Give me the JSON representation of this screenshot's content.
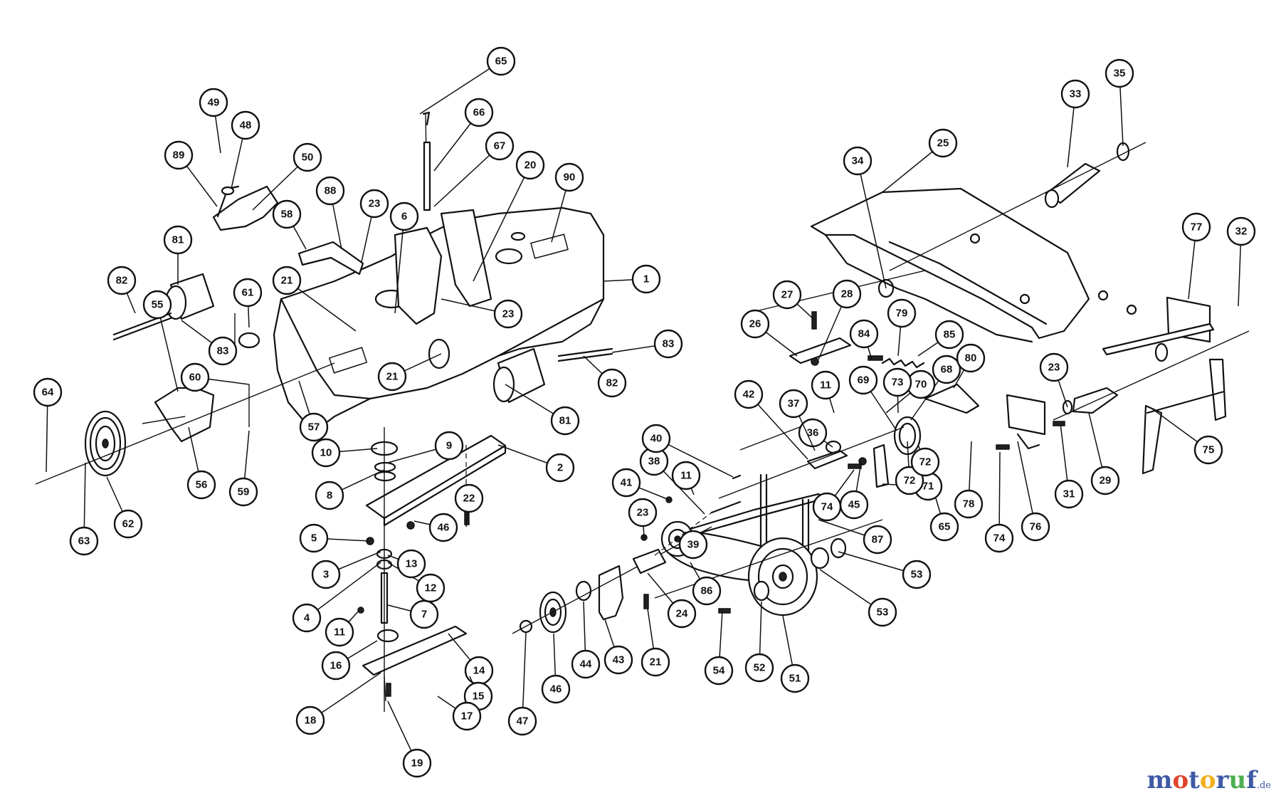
{
  "watermark": {
    "letters": [
      {
        "ch": "m",
        "color": "#3f5aa6"
      },
      {
        "ch": "o",
        "color": "#e0452c"
      },
      {
        "ch": "t",
        "color": "#3f5aa6"
      },
      {
        "ch": "o",
        "color": "#f2b01e"
      },
      {
        "ch": "r",
        "color": "#3f5aa6"
      },
      {
        "ch": "u",
        "color": "#4caf50"
      },
      {
        "ch": "f",
        "color": "#3f5aa6"
      }
    ],
    "suffix": ".de",
    "suffix_color": "#3f5aa6"
  },
  "diagram": {
    "part_numbers": [
      "1",
      "2",
      "3",
      "4",
      "5",
      "6",
      "7",
      "8",
      "9",
      "10",
      "11",
      "11",
      "11",
      "12",
      "13",
      "14",
      "15",
      "16",
      "17",
      "18",
      "19",
      "20",
      "21",
      "21",
      "21",
      "22",
      "23",
      "23",
      "23",
      "23",
      "24",
      "25",
      "26",
      "27",
      "28",
      "29",
      "31",
      "32",
      "33",
      "34",
      "35",
      "36",
      "37",
      "38",
      "39",
      "40",
      "41",
      "42",
      "43",
      "44",
      "45",
      "46",
      "46",
      "47",
      "48",
      "49",
      "50",
      "51",
      "52",
      "53",
      "53",
      "54",
      "55",
      "56",
      "57",
      "58",
      "59",
      "60",
      "61",
      "62",
      "63",
      "64",
      "65",
      "65",
      "66",
      "67",
      "68",
      "69",
      "70",
      "71",
      "72",
      "72",
      "73",
      "74",
      "74",
      "75",
      "76",
      "77",
      "78",
      "79",
      "80",
      "81",
      "81",
      "82",
      "82",
      "83",
      "83",
      "84",
      "85",
      "86",
      "87",
      "88",
      "89",
      "90"
    ]
  }
}
